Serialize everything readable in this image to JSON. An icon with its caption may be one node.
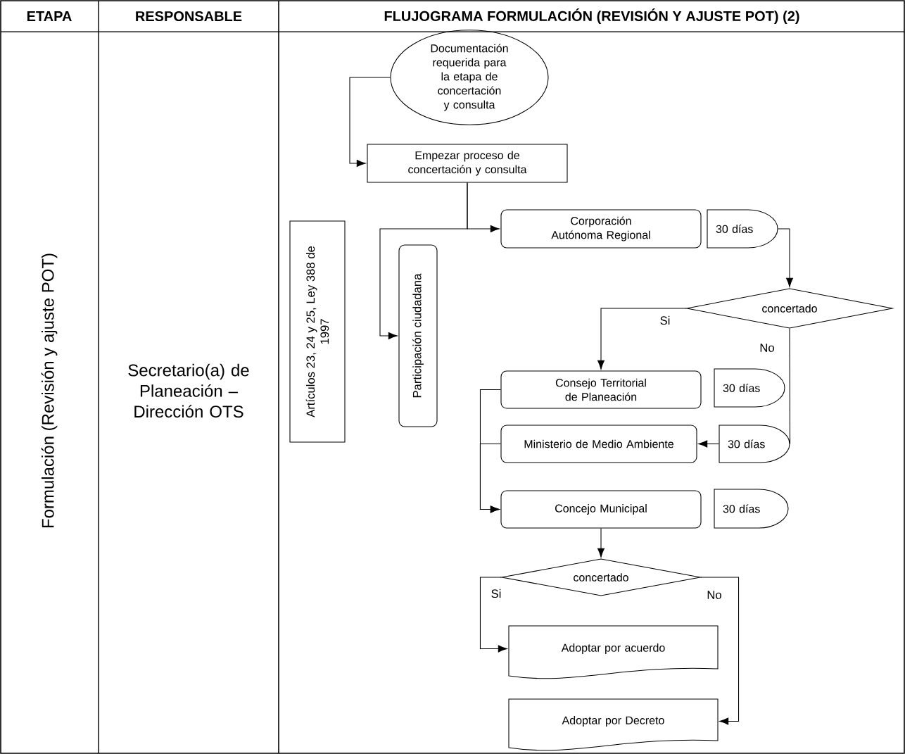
{
  "diagram": {
    "title": "FLUJOGRAMA FORMULACIÓN (REVISIÓN Y AJUSTE POT) (2)",
    "nodes": [
      {
        "text": [
          "Documentación requerida para la etapa de concertación y consulta"
        ]
      },
      {
        "text": [
          "Empezar proceso de concertación y consulta"
        ]
      },
      {
        "text": [
          "Artículos  23, 24 y 25, Ley 388 de 1997"
        ]
      },
      {
        "text": [
          "Participación ciudadana"
        ]
      },
      {
        "text": [
          "Corporación Autónoma Regional"
        ]
      },
      {
        "text": [
          "30 días"
        ]
      },
      {
        "text": [
          "concertado"
        ]
      },
      {
        "text": [
          "Consejo Territorial de Planeación"
        ]
      },
      {
        "text": [
          "30 días"
        ]
      },
      {
        "text": [
          "Ministerio de Medio Ambiente"
        ]
      },
      {
        "text": [
          "30 días"
        ]
      },
      {
        "text": [
          "Concejo Municipal"
        ]
      },
      {
        "text": [
          "30 días"
        ]
      },
      {
        "text": [
          "concertado"
        ]
      },
      {
        "text": [
          "Adoptar por acuerdo"
        ]
      },
      {
        "text": [
          "Adoptar por Decreto"
        ]
      }
    ],
    "edges": [
      {
        "from": 0,
        "to": 1,
        "arrow": "to"
      },
      {
        "from": 1,
        "to": 4,
        "arrow": "to"
      },
      {
        "from": 1,
        "to": 3,
        "arrow": "to"
      },
      {
        "from": 5,
        "to": 6,
        "arrow": "to"
      },
      {
        "from": 6,
        "to": 7,
        "arrow": "to",
        "label": "Si"
      },
      {
        "from": 6,
        "to": 10,
        "arrow": "none",
        "label": "No"
      },
      {
        "from": 10,
        "to": 9,
        "arrow": "to"
      },
      {
        "from": 7,
        "to": 11,
        "arrow": "to"
      },
      {
        "from": 9,
        "to": 11,
        "arrow": "to"
      },
      {
        "from": 11,
        "to": 13,
        "arrow": "to"
      },
      {
        "from": 13,
        "to": 14,
        "arrow": "to",
        "label": "Si"
      },
      {
        "from": 13,
        "to": 15,
        "arrow": "to",
        "label": "No"
      }
    ],
    "labels": [
      "ETAPA",
      "RESPONSABLE",
      "Formulación (Revisión y ajuste POT)",
      "Secretario(a) de Planeación – Dirección OTS"
    ]
  }
}
